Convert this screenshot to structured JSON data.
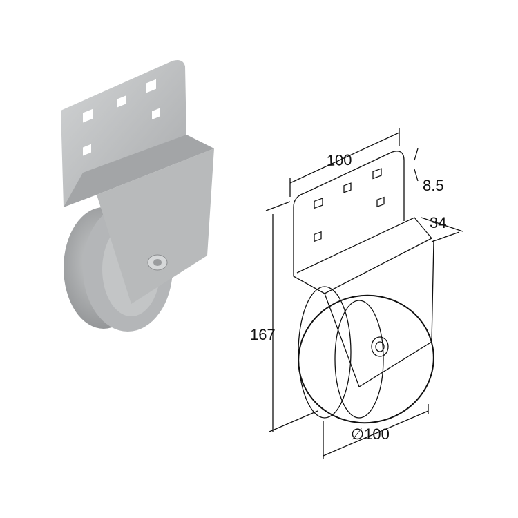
{
  "dimensions": {
    "width": "100",
    "thickness": "8.5",
    "depth": "34",
    "height": "167",
    "wheel_diameter": "∅100"
  },
  "colors": {
    "metal_light": "#c9cbcc",
    "metal_mid": "#a9abad",
    "metal_dark": "#8c8e90",
    "line": "#111111"
  }
}
